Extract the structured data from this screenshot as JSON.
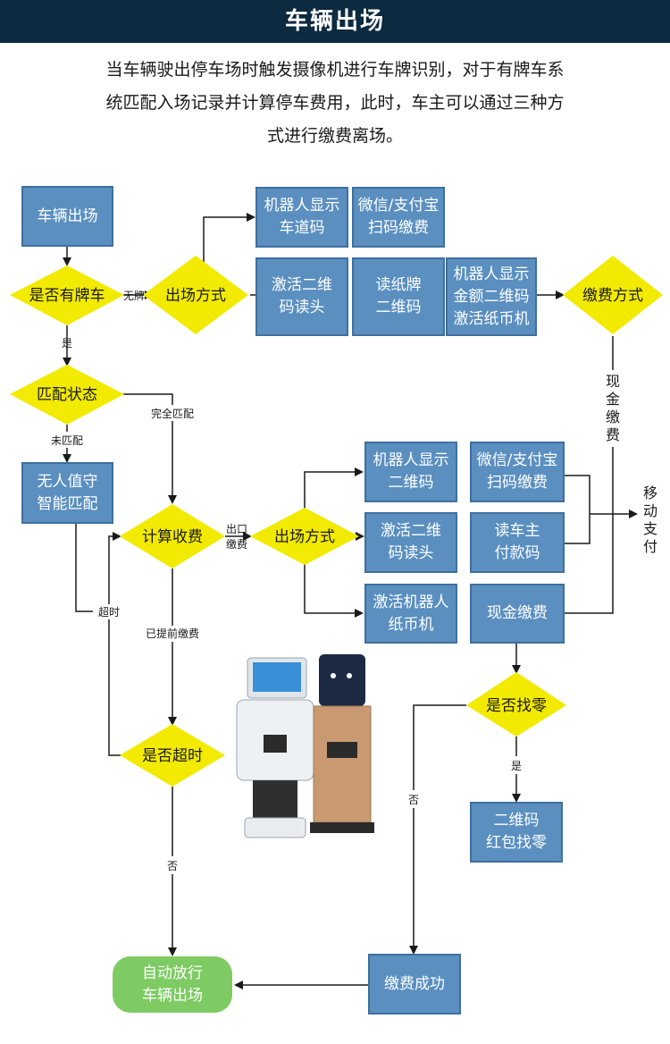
{
  "header": {
    "title": "车辆出场"
  },
  "intro": {
    "lines": [
      "当车辆驶出停车场时触发摄像机进行车牌识别，对于有牌车系",
      "统匹配入场记录并计算停车费用，此时，车主可以通过三种方",
      "式进行缴费离场。"
    ]
  },
  "nodes": {
    "exit_start": "车辆出场",
    "has_plate": "是否有牌车",
    "match_status": "匹配状态",
    "unattended": "无人值守\n智能匹配",
    "calc_fee": "计算收费",
    "timeout": "是否超时",
    "auto_release": "自动放行\n车辆出场",
    "exit_method_1": "出场方式",
    "robot_lane_code": "机器人显示\n车道码",
    "wechat_alipay_1": "微信/支付宝\n扫码缴费",
    "activate_qr_1": "激活二维\n码读头",
    "read_paper": "读纸牌\n二维码",
    "robot_amount": "机器人显示\n金额二维码\n激活纸币机",
    "pay_method": "缴费方式",
    "exit_method_2": "出场方式",
    "robot_qr": "机器人显示\n二维码",
    "wechat_alipay_2": "微信/支付宝\n扫码缴费",
    "activate_qr_2": "激活二维\n码读头",
    "read_owner": "读车主\n付款码",
    "activate_cash": "激活机器人\n纸币机",
    "cash_pay": "现金缴费",
    "need_change": "是否找零",
    "qr_change": "二维码\n红包找零",
    "pay_success": "缴费成功"
  },
  "labels": {
    "no_plate": "无牌",
    "yes": "是",
    "full_match": "完全匹配",
    "no_match": "未匹配",
    "exit_pay_1": "出口",
    "exit_pay_2": "缴费",
    "overtime": "超时",
    "prepaid": "已提前缴费",
    "no": "否",
    "cash_pay_v": [
      "现",
      "金",
      "缴",
      "费"
    ],
    "mobile_pay_v": [
      "移",
      "动",
      "支",
      "付"
    ],
    "change_yes": "是",
    "change_no": "否"
  },
  "colors": {
    "header_bg": "#0c2a40",
    "box_fill": "#5a8fc0",
    "diamond_fill": "#f2ea00",
    "terminal_fill": "#7dcb62",
    "line": "#1a1a1a"
  }
}
